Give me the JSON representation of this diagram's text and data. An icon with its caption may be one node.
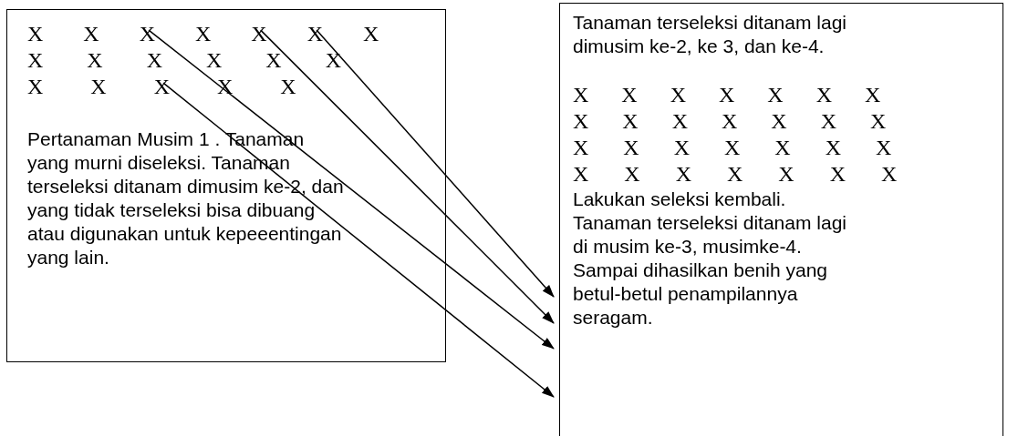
{
  "diagram": {
    "nodes": [
      {
        "text": [
          "X X X X X X X",
          "X X X X X X",
          "X X X X X",
          "Pertanaman Musim 1 . Tanaman yang murni diseleksi. Tanaman terseleksi ditanam dimusim ke-2, dan yang tidak terseleksi bisa dibuang atau digunakan untuk kepeeentingan yang lain."
        ]
      },
      {
        "text": [
          "Tanaman terseleksi ditanam lagi dimusim ke-2, ke 3, dan ke-4.",
          "X X X X X X X",
          "X X X X X X X",
          "X X X X X X X",
          "X X X X X X X",
          "Lakukan seleksi kembali. Tanaman terseleksi ditanam lagi di musim ke-3, musimke-4. Sampai dihasilkan benih yang betul-betul penampilannya seragam."
        ]
      }
    ],
    "edges": [
      {
        "from": 0,
        "to": 1,
        "arrow": "to"
      },
      {
        "from": 0,
        "to": 1,
        "arrow": "to"
      },
      {
        "from": 0,
        "to": 1,
        "arrow": "to"
      },
      {
        "from": 0,
        "to": 1,
        "arrow": "to"
      }
    ]
  }
}
